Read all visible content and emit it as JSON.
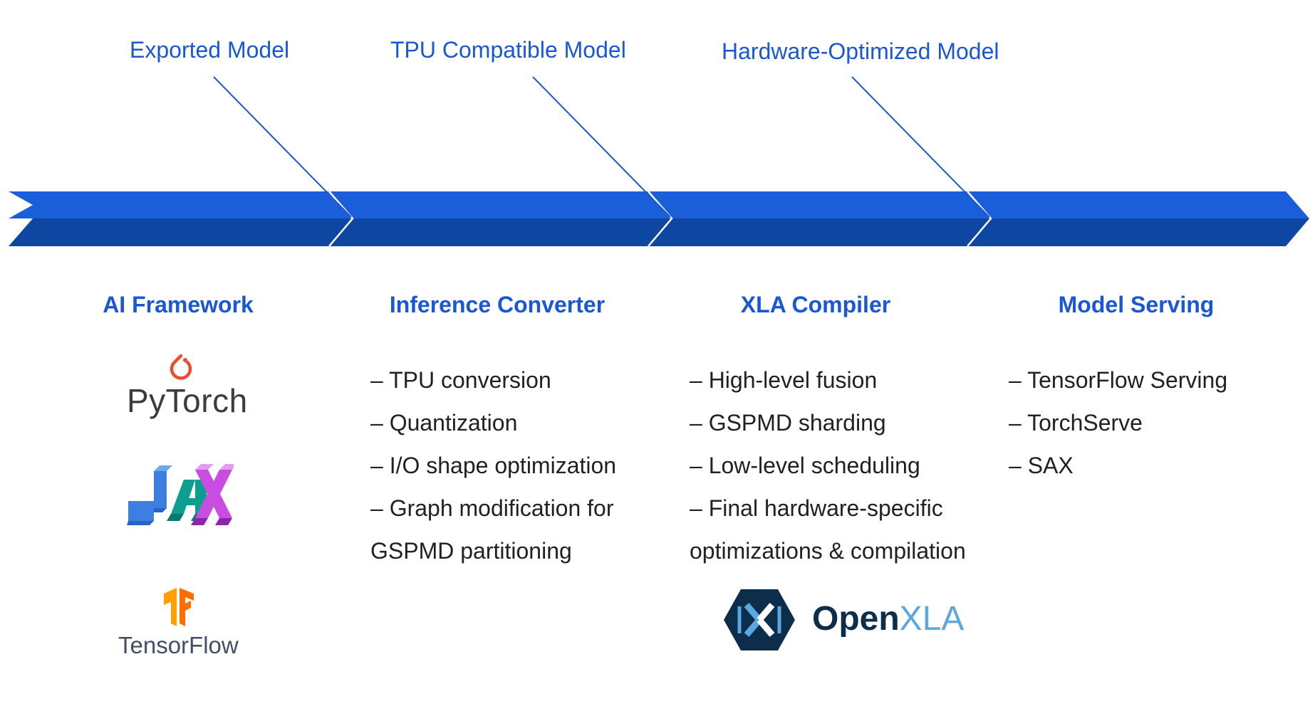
{
  "colors": {
    "accent": "#1a57d6",
    "arrow_top": "#1a5fd9",
    "arrow_bottom": "#0d47a1",
    "text": "#202124",
    "pytorch": "#ee4c2c",
    "tensorflow": "#ff8f00",
    "openxla_dark": "#0d2e4a",
    "openxla_light": "#5aa8e0"
  },
  "callouts": [
    {
      "label": "Exported Model"
    },
    {
      "label": "TPU Compatible Model"
    },
    {
      "label": "Hardware-Optimized Model"
    }
  ],
  "stages": [
    {
      "heading": "AI Framework",
      "items": []
    },
    {
      "heading": "Inference Converter",
      "items": [
        "– TPU conversion",
        "– Quantization",
        "– I/O shape optimization",
        "– Graph modification for",
        "GSPMD partitioning"
      ]
    },
    {
      "heading": "XLA Compiler",
      "items": [
        "– High-level fusion",
        "– GSPMD sharding",
        "– Low-level scheduling",
        "– Final hardware-specific",
        "optimizations & compilation"
      ]
    },
    {
      "heading": "Model Serving",
      "items": [
        "– TensorFlow Serving",
        "– TorchServe",
        "– SAX"
      ]
    }
  ],
  "logos": {
    "pytorch": {
      "wordmark": "PyTorch",
      "icon": "pytorch-flame-icon"
    },
    "jax": {
      "icon": "jax-logo-icon"
    },
    "tensorflow": {
      "wordmark": "TensorFlow",
      "icon": "tensorflow-logo-icon"
    },
    "openxla": {
      "wordmark_part1": "Open",
      "wordmark_part2": "XLA",
      "icon": "openxla-hexagon-icon"
    }
  }
}
